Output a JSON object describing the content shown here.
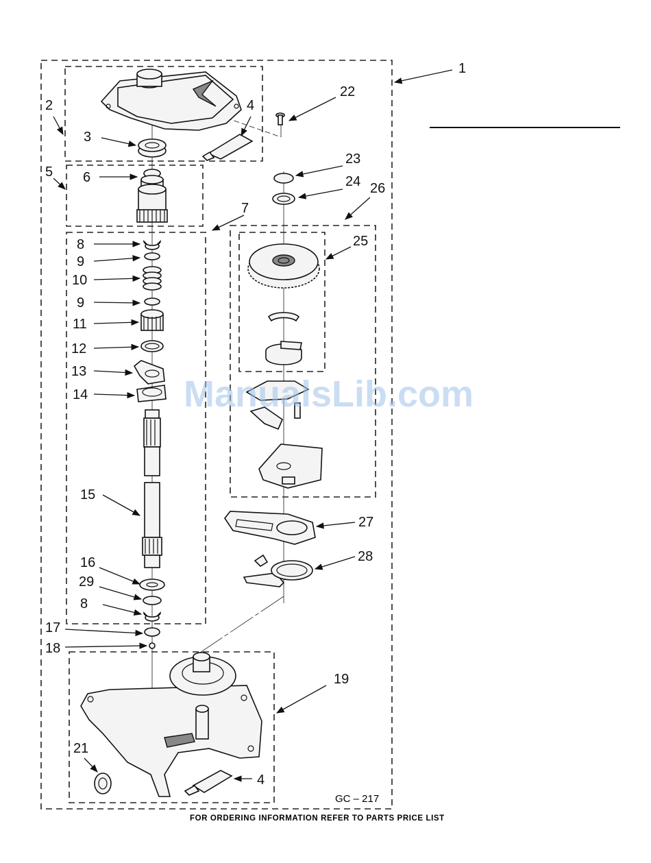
{
  "diagram": {
    "callouts": [
      "1",
      "2",
      "3",
      "4",
      "5",
      "6",
      "7",
      "8",
      "9",
      "10",
      "9",
      "11",
      "12",
      "13",
      "14",
      "15",
      "16",
      "29",
      "8",
      "17",
      "18",
      "19",
      "21",
      "4",
      "22",
      "23",
      "24",
      "26",
      "25",
      "27",
      "28"
    ],
    "code": "GC – 217",
    "footer": "FOR ORDERING INFORMATION REFER TO PARTS PRICE LIST",
    "watermark": "ManualsLib.com"
  }
}
